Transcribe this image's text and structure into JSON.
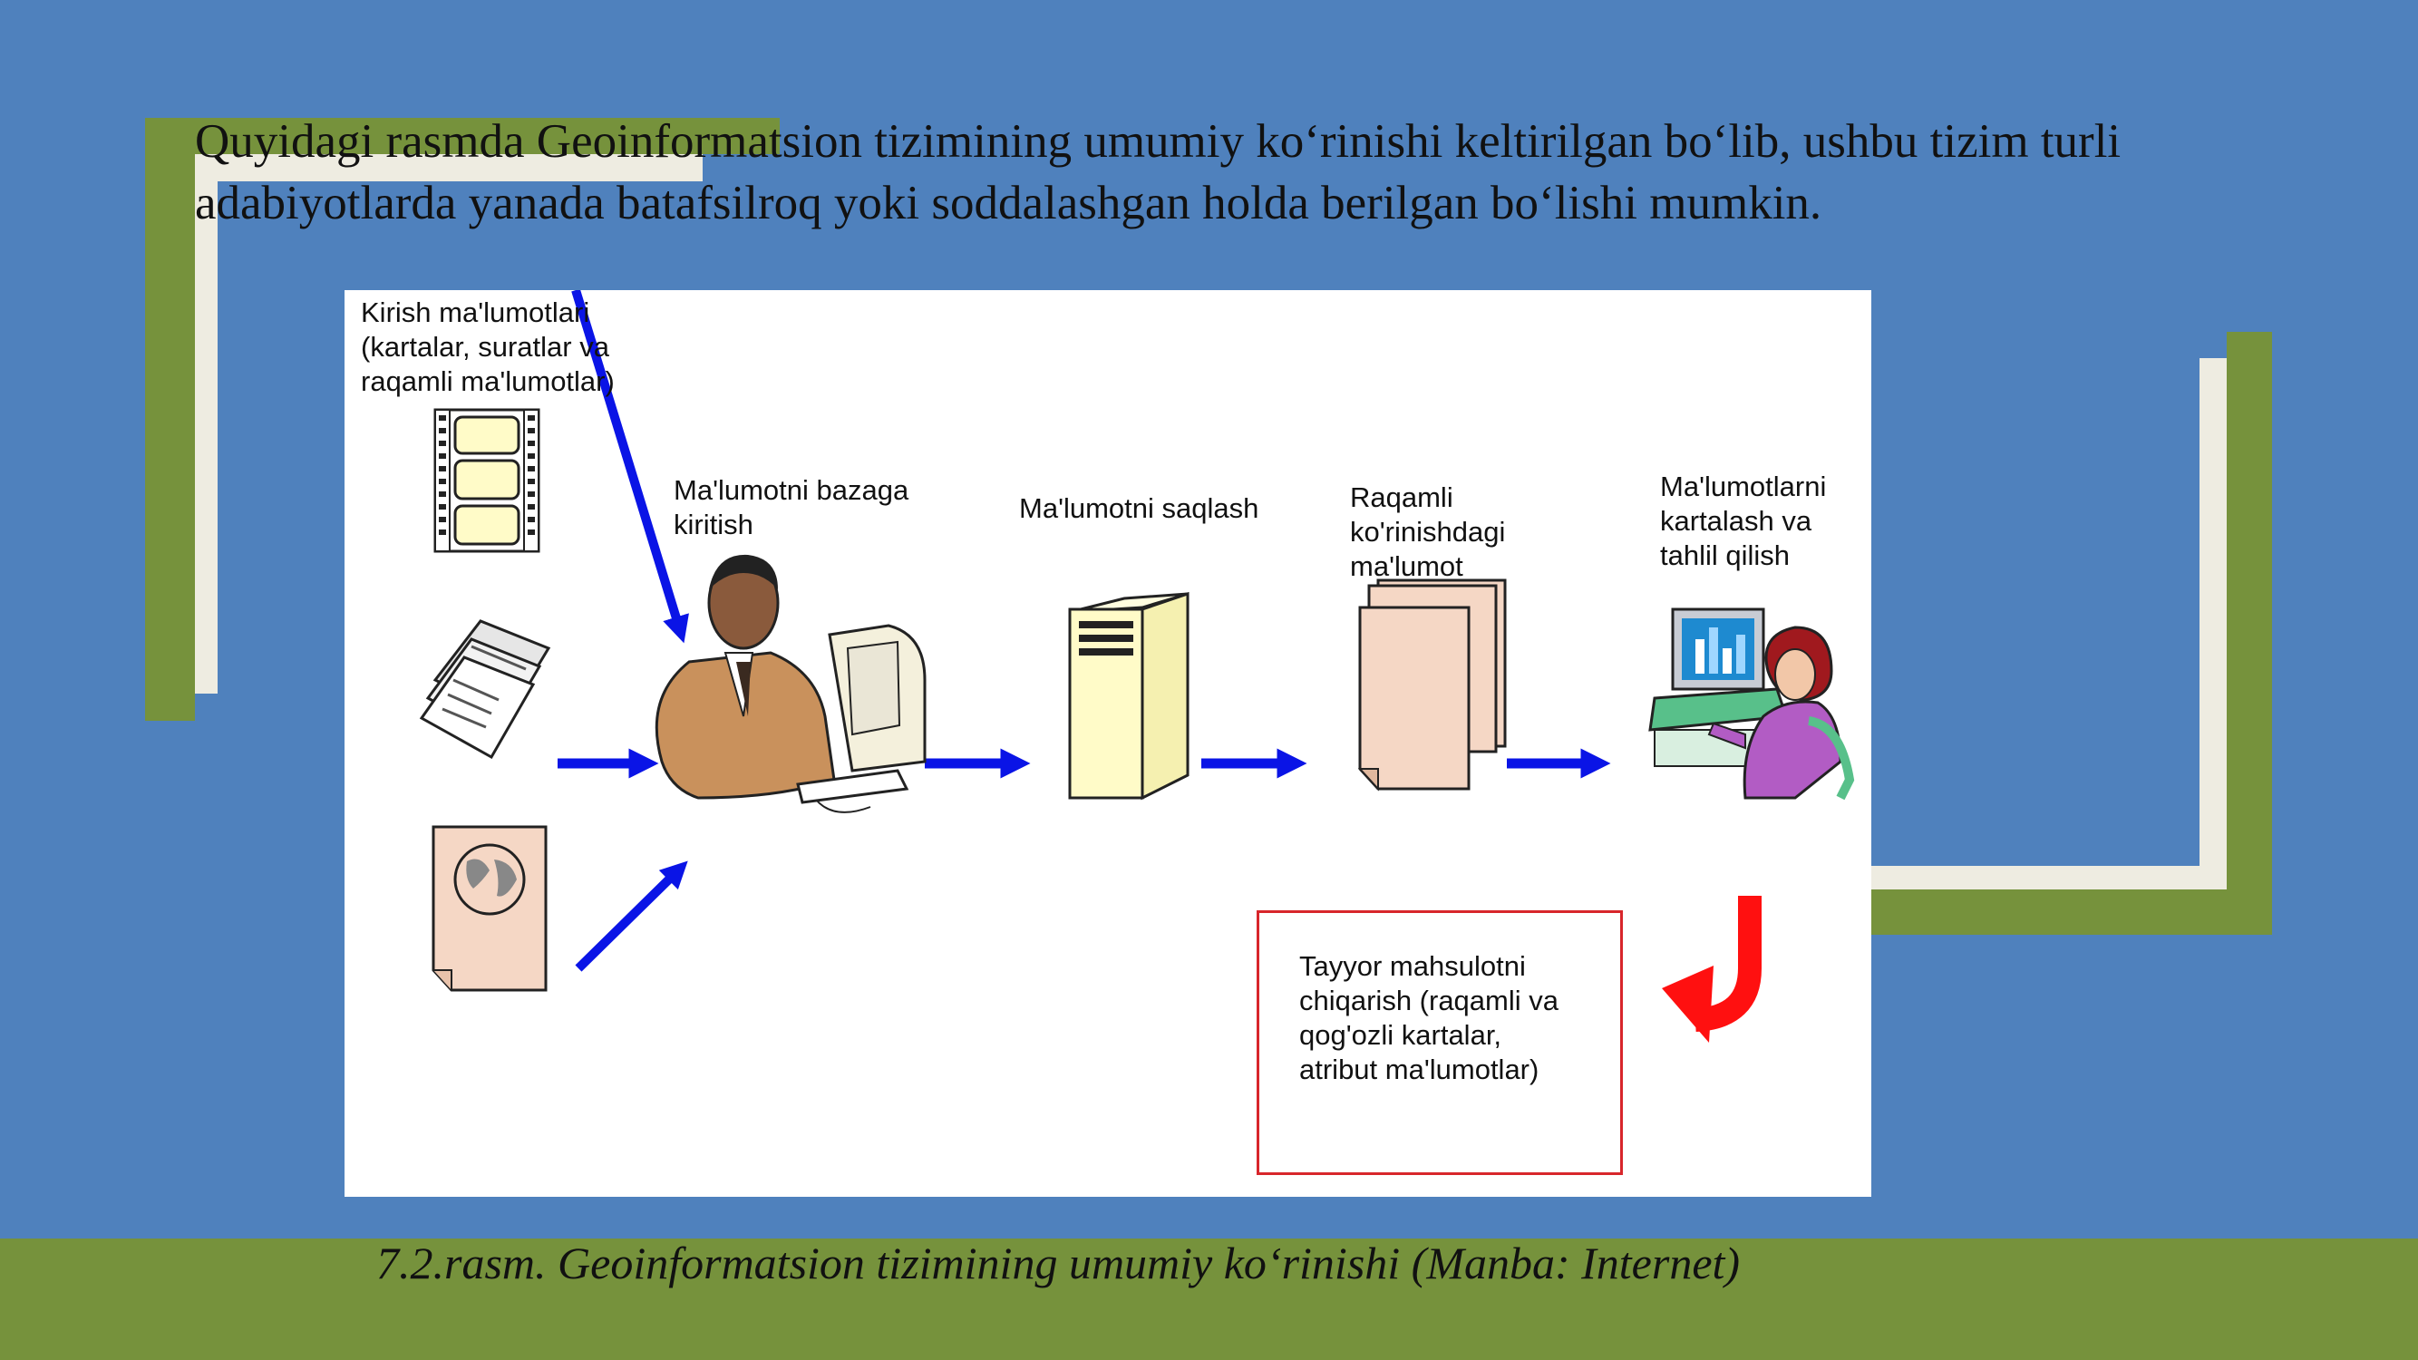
{
  "slide": {
    "text": "Quyidagi rasmda Geoinformatsion tizimining umumiy ko‘rinishi keltirilgan bo‘lib, ushbu tizim turli adabiyotlarda yanada batafsilroq yoki soddalashgan holda berilgan bo‘lishi mumkin.",
    "caption": "7.2.rasm. Geoinformatsion tizimining umumiy ko‘rinishi (Manba: Internet)"
  },
  "diagram": {
    "input_label": "Kirish ma'lumotlari\n(kartalar, suratlar va\nraqamli  ma'lumotlar)",
    "entry_label": "Ma'lumotni bazaga\nkiritish",
    "storage_label": "Ma'lumotni saqlash",
    "digital_label": "Raqamli\nko'rinishdagi\nma'lumot",
    "analysis_label": "Ma'lumotlarni\nkartalash  va\ntahlil qilish",
    "output_label": "Tayyor mahsulotni\nchiqarish (raqamli va\nqog'ozli kartalar,\natribut ma'lumotlar)"
  },
  "colors": {
    "background": "#4f81bd",
    "accent_green": "#76923c",
    "accent_cream": "#eeece1",
    "arrow_blue": "#0a14e6",
    "return_arrow_red": "#ff1010",
    "output_border": "#d8262b"
  },
  "icons": [
    "film-strip-icon",
    "paper-stack-icon",
    "globe-map-icon",
    "man-at-computer-icon",
    "server-tower-icon",
    "document-stack-icon",
    "woman-at-computer-icon"
  ]
}
